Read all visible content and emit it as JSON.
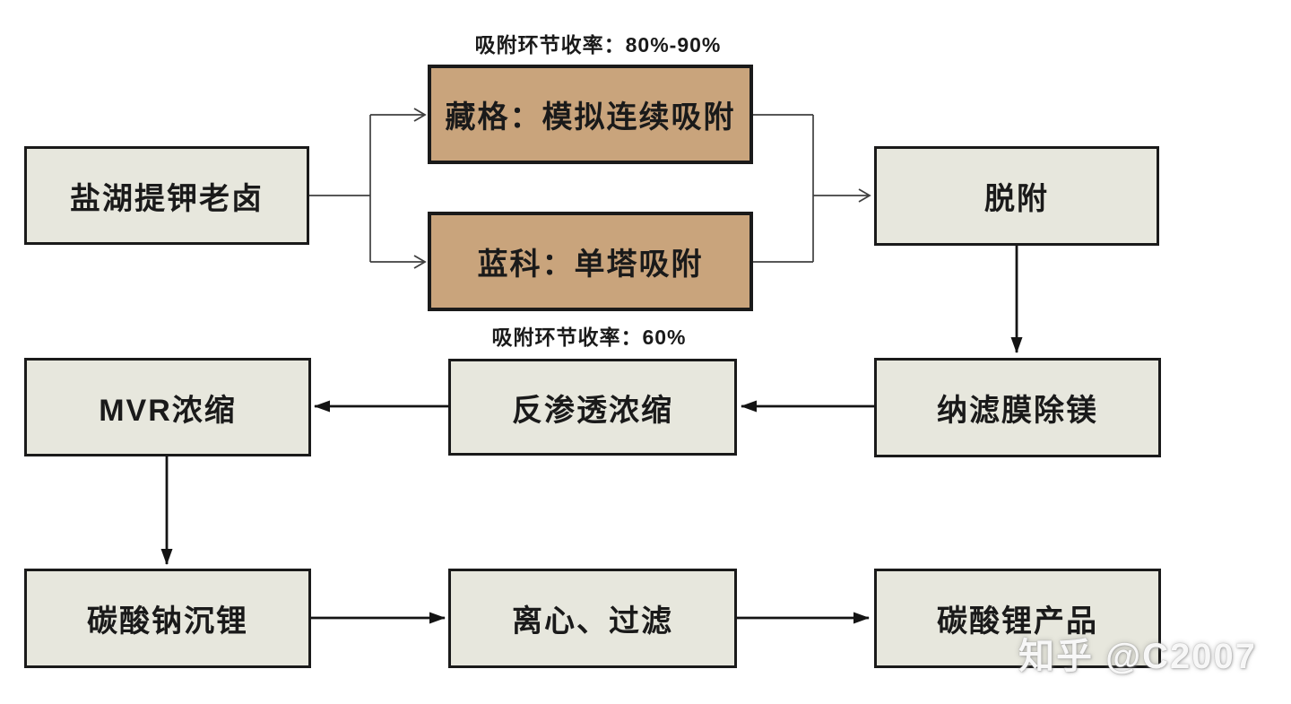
{
  "diagram": {
    "annotations": {
      "yield_top": "吸附环节收率：80%-90%",
      "yield_bottom": "吸附环节收率：60%"
    },
    "nodes": {
      "brine": "盐湖提钾老卤",
      "zangge": "藏格：模拟连续吸附",
      "lanke": "蓝科：单塔吸附",
      "desorption": "脱附",
      "mvr": "MVR浓缩",
      "reverse_osmosis": "反渗透浓缩",
      "nanofiltration": "纳滤膜除镁",
      "sodium_precipitation": "碳酸钠沉锂",
      "centrifuge_filter": "离心、过滤",
      "product": "碳酸锂产品"
    },
    "edges": [
      {
        "from": "brine",
        "to": "zangge",
        "style": "open-arrow"
      },
      {
        "from": "brine",
        "to": "lanke",
        "style": "open-arrow"
      },
      {
        "from": "zangge",
        "to": "desorption",
        "style": "open-arrow"
      },
      {
        "from": "lanke",
        "to": "desorption",
        "style": "open-arrow"
      },
      {
        "from": "desorption",
        "to": "nanofiltration",
        "style": "filled-arrow"
      },
      {
        "from": "nanofiltration",
        "to": "reverse_osmosis",
        "style": "filled-arrow"
      },
      {
        "from": "reverse_osmosis",
        "to": "mvr",
        "style": "filled-arrow"
      },
      {
        "from": "mvr",
        "to": "sodium_precipitation",
        "style": "filled-arrow"
      },
      {
        "from": "sodium_precipitation",
        "to": "centrifuge_filter",
        "style": "filled-arrow"
      },
      {
        "from": "centrifuge_filter",
        "to": "product",
        "style": "filled-arrow"
      }
    ],
    "colors": {
      "highlight_fill": "#c9a47c",
      "process_fill": "#e7e7dd",
      "box_border": "#1a1a1a",
      "arrow_color": "#141414",
      "connector_color": "#3f3f3f"
    },
    "watermark": "知乎 @C2007"
  }
}
